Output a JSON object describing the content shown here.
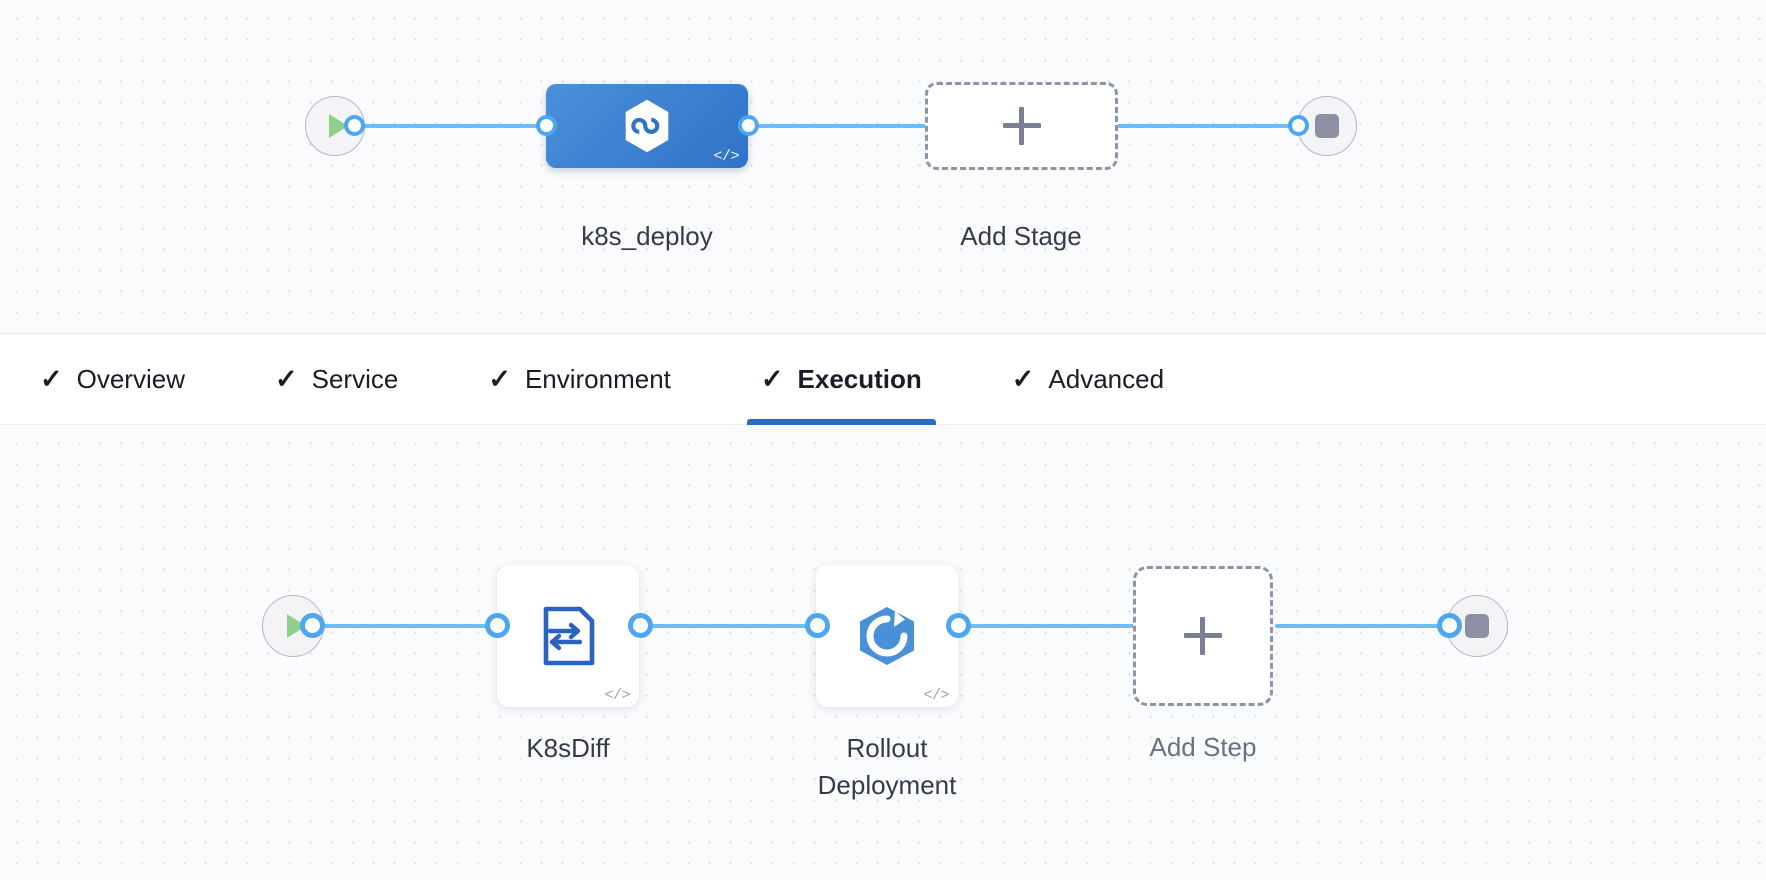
{
  "theme": {
    "accent": "#2a6dc0",
    "edge_color": "#6cbdf5",
    "port_color": "#4da6f0",
    "stage_node_color": "#2f73c9",
    "canvas_bg": "#fafbfc",
    "play_color": "#8ed08a",
    "stop_color": "#8d90a5",
    "dashed_border_color": "#8f93a8"
  },
  "stage_graph": {
    "start_node": {
      "icon": "play-icon",
      "name": "pipeline-start"
    },
    "end_node": {
      "icon": "stop-icon",
      "name": "pipeline-end"
    },
    "nodes": [
      {
        "id": "k8s_deploy",
        "label": "k8s_deploy",
        "type": "stage",
        "icon": "kubernetes-hexagon-icon",
        "badge": "</>",
        "selected": true
      },
      {
        "id": "add_stage",
        "label": "Add Stage",
        "type": "add",
        "icon": "plus-icon"
      }
    ]
  },
  "tabs": [
    {
      "id": "overview",
      "label": "Overview",
      "check": "✓",
      "active": false,
      "complete": true
    },
    {
      "id": "service",
      "label": "Service",
      "check": "✓",
      "active": false,
      "complete": true
    },
    {
      "id": "environment",
      "label": "Environment",
      "check": "✓",
      "active": false,
      "complete": true
    },
    {
      "id": "execution",
      "label": "Execution",
      "check": "✓",
      "active": true,
      "complete": true
    },
    {
      "id": "advanced",
      "label": "Advanced",
      "check": "✓",
      "active": false,
      "complete": true
    }
  ],
  "steps_graph": {
    "start_node": {
      "icon": "play-icon",
      "name": "execution-start"
    },
    "end_node": {
      "icon": "stop-icon",
      "name": "execution-end"
    },
    "nodes": [
      {
        "id": "k8sdiff",
        "label": "K8sDiff",
        "type": "step",
        "icon": "k8s-diff-file-icon",
        "badge": "</>"
      },
      {
        "id": "rollout_deployment",
        "label": "Rollout\nDeployment",
        "type": "step",
        "icon": "kubernetes-rollout-icon",
        "badge": "</>"
      },
      {
        "id": "add_step",
        "label": "Add Step",
        "type": "add",
        "icon": "plus-icon"
      }
    ]
  }
}
